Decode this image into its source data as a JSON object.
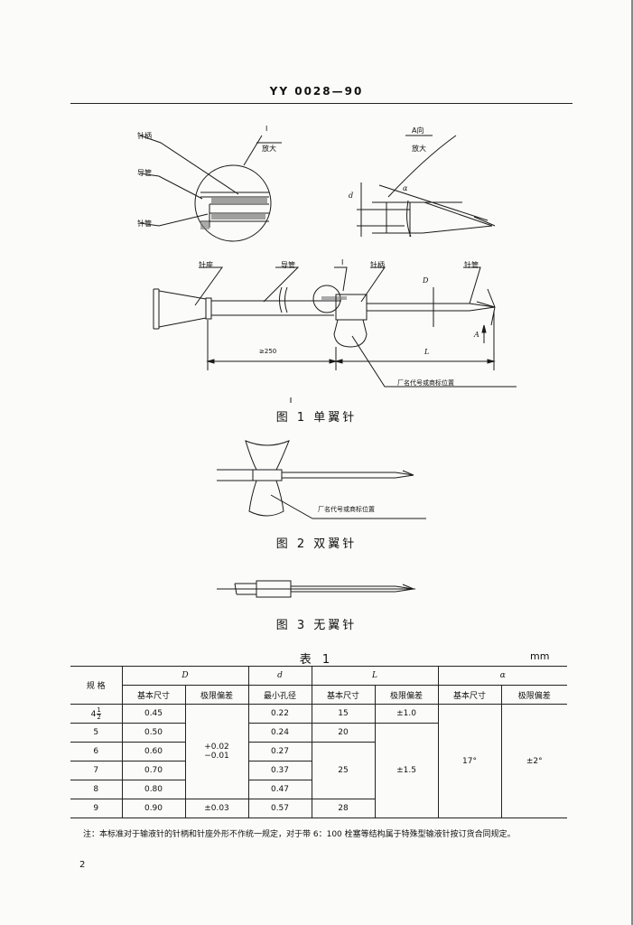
{
  "header": "YY 0028—90",
  "page_number": "2",
  "fig1": {
    "detail_id": "I",
    "detail_label": "放大",
    "view_id": "A向",
    "view_label": "放大",
    "label_needle_handle": "针柄",
    "label_conduit": "导管",
    "label_needle_tube": "针管",
    "label_needle_seat": "针座",
    "dim_d": "d",
    "dim_alpha": "α",
    "dim_D": "D",
    "dim_A": "A",
    "dim_L": "L",
    "dim_250": "≥250",
    "label_maker_mark": "厂名代号或商标位置",
    "caption": "图 1  单翼针"
  },
  "fig2": {
    "label_maker_mark": "厂名代号或商标位置",
    "caption": "图 2  双翼针"
  },
  "fig3": {
    "caption": "图 3  无翼针"
  },
  "table": {
    "title": "表 1",
    "unit": "mm",
    "h_spec": "规    格",
    "h_D": "D",
    "h_d": "d",
    "h_L": "L",
    "h_alpha": "α",
    "h_basic": "基本尺寸",
    "h_limit": "极限偏差",
    "h_min_bore": "最小孔径",
    "rows": [
      {
        "spec_whole": "4",
        "spec_num": "1",
        "spec_den": "2",
        "D": "0.45",
        "d": "0.22",
        "L": "15"
      },
      {
        "spec": "5",
        "D": "0.50",
        "d": "0.24",
        "L": "20"
      },
      {
        "spec": "6",
        "D": "0.60",
        "d": "0.27"
      },
      {
        "spec": "7",
        "D": "0.70",
        "d": "0.37"
      },
      {
        "spec": "8",
        "D": "0.80",
        "d": "0.47"
      },
      {
        "spec": "9",
        "D": "0.90",
        "d": "0.57"
      }
    ],
    "D_tol_upper": "+0.02",
    "D_tol_lower": "−0.01",
    "D_tol_last": "±0.03",
    "L_25": "25",
    "L_28": "28",
    "L_tol_first": "±1.0",
    "L_tol_rest": "±1.5",
    "alpha_basic": "17°",
    "alpha_tol": "±2°"
  },
  "note": "注：本标准对于输液针的针柄和针座外形不作统一规定，对于带 6：100 栓塞等结构属于特殊型输液针按订货合同规定。"
}
